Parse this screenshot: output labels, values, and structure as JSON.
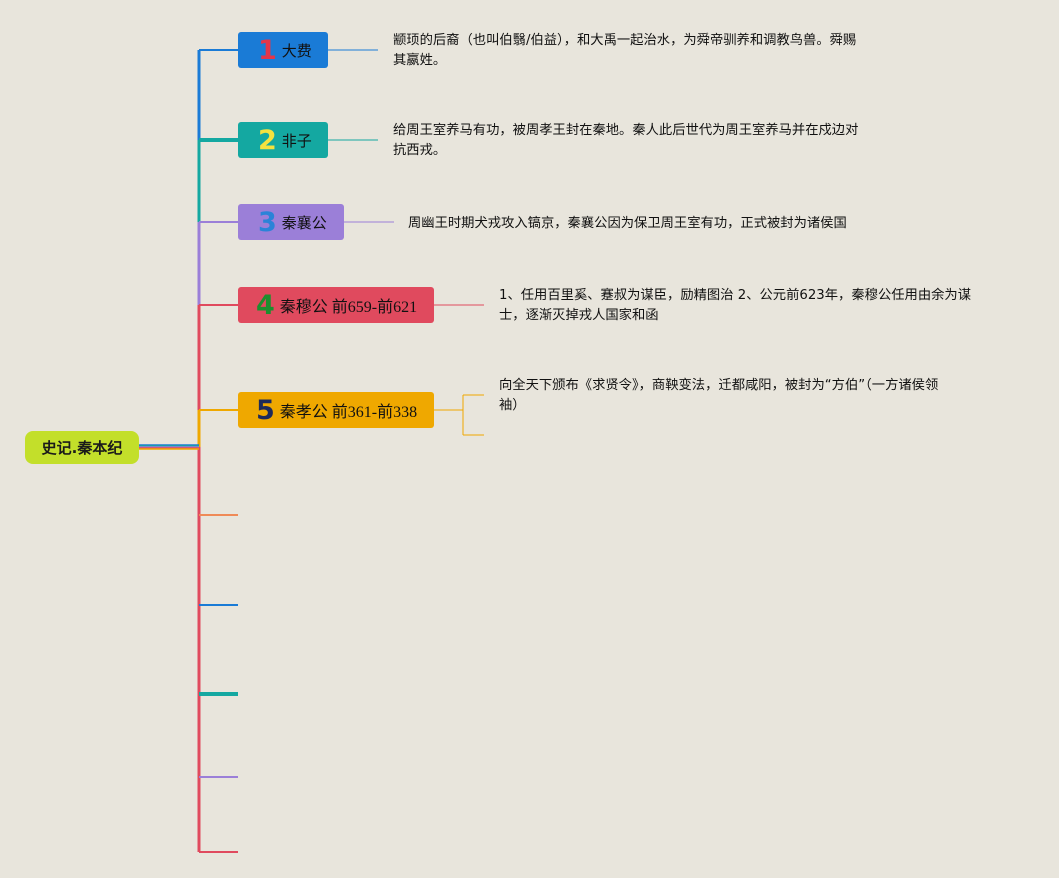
{
  "root": {
    "label": "史记.秦本纪"
  },
  "colors": {
    "root_bg": "#c3df2a",
    "blue": "#1a7bd6",
    "teal": "#14a8a1",
    "purple": "#9b7fd8",
    "red": "#e04a5e",
    "orange": "#efa800",
    "salmon": "#ef8a57"
  },
  "nodes": [
    {
      "num": "1",
      "name": "大费",
      "color": "#1a7bd6",
      "num_color": "#e2364b",
      "desc": [
        "颛顼的后裔（也叫伯翳/伯益），和大禹一起治水，为舜帝驯养和调教鸟兽。舜赐",
        "其嬴姓。"
      ]
    },
    {
      "num": "2",
      "name": "非子",
      "color": "#14a8a1",
      "num_color": "#f4e23f",
      "desc": [
        "给周王室养马有功，被周孝王封在秦地。秦人此后世代为周王室养马并在戍边对",
        "抗西戎。"
      ]
    },
    {
      "num": "3",
      "name": "秦襄公",
      "color": "#9b7fd8",
      "num_color": "#2a83d8",
      "desc": [
        "周幽王时期犬戎攻入镐京，秦襄公因为保卫周王室有功，正式被封为诸侯国"
      ]
    },
    {
      "num": "4",
      "name": "秦穆公 前659-前621",
      "color": "#e04a5e",
      "num_color": "#1d8f2e",
      "desc": [
        "1、任用百里奚、蹇叔为谋臣，励精图治 2、公元前623年，秦穆公任用由余为谋",
        "士，逐渐灭掉戎人国家和函"
      ]
    },
    {
      "num": "5",
      "name": "秦孝公 前361-前338",
      "color": "#efa800",
      "num_color": "#1e2a5a",
      "desc": [
        "向全天下颁布《求贤令》，商鞅变法，迁都咸阳，被封为“方伯”（一方诸侯领",
        "袖）"
      ]
    }
  ],
  "empty_branches": [
    {
      "color": "#ef8a57"
    },
    {
      "color": "#1a7bd6"
    },
    {
      "color": "#14a8a1"
    },
    {
      "color": "#9b7fd8"
    },
    {
      "color": "#e04a5e"
    }
  ]
}
